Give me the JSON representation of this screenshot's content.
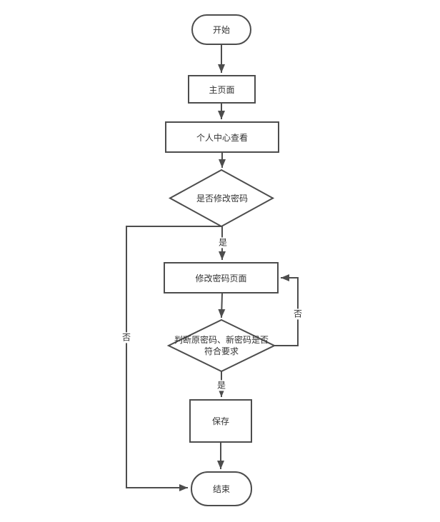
{
  "flowchart": {
    "title": "password-change-flow",
    "nodes": [
      {
        "id": "start",
        "type": "terminator",
        "label": "开始"
      },
      {
        "id": "main-page",
        "type": "process",
        "label": "主页面"
      },
      {
        "id": "personal-center",
        "type": "process",
        "label": "个人中心查看"
      },
      {
        "id": "decision-modify",
        "type": "decision",
        "label": "是否修改密码"
      },
      {
        "id": "modify-page",
        "type": "process",
        "label": "修改密码页面"
      },
      {
        "id": "decision-valid",
        "type": "decision",
        "label": "判断原密码、新密码是否符合要求",
        "label_lines": [
          "判断原密码、新密码是否",
          "符合要求"
        ]
      },
      {
        "id": "save",
        "type": "process",
        "label": "保存"
      },
      {
        "id": "end",
        "type": "terminator",
        "label": "结束"
      }
    ],
    "edge_labels": {
      "yes1": "是",
      "no_left": "否",
      "no_right": "否",
      "yes2": "是"
    },
    "colors": {
      "stroke": "#4d4d4d",
      "text": "#333333",
      "fill": "#ffffff",
      "background": "#ffffff"
    }
  }
}
